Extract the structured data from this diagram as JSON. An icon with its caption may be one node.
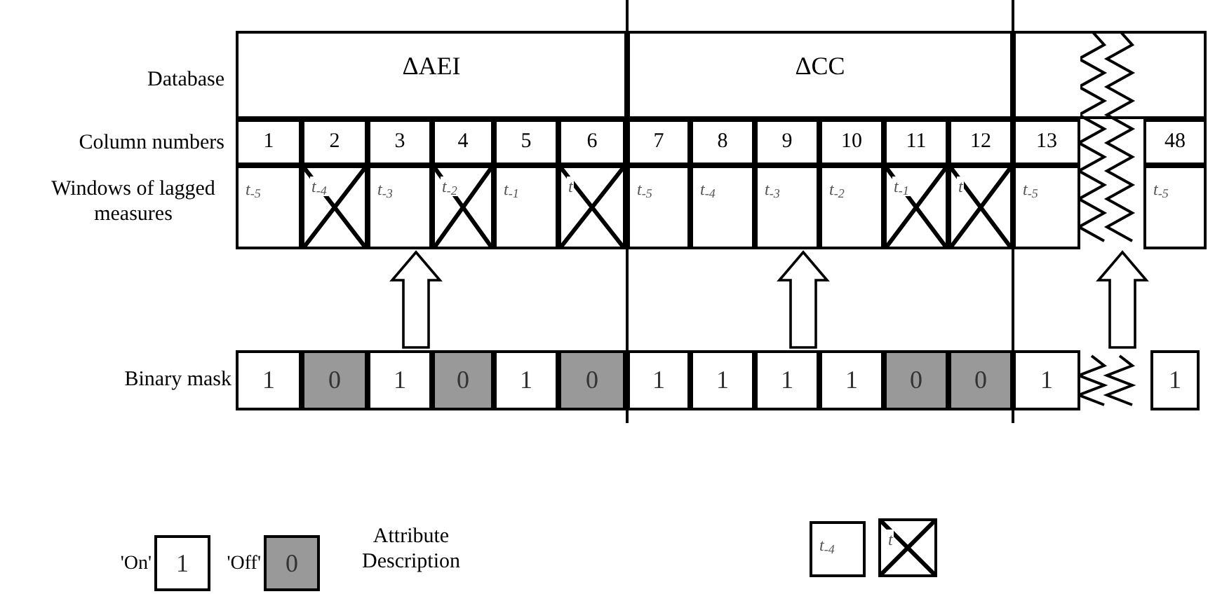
{
  "diagram": {
    "nodes": [
      {
        "text": [
          "ΔAEI"
        ]
      },
      {
        "text": [
          "ΔCC"
        ]
      },
      {
        "text": [],
        "shape": "box"
      },
      {
        "text": [
          "1"
        ]
      },
      {
        "text": [
          "2"
        ]
      },
      {
        "text": [
          "3"
        ]
      },
      {
        "text": [
          "4"
        ]
      },
      {
        "text": [
          "5"
        ]
      },
      {
        "text": [
          "6"
        ]
      },
      {
        "text": [
          "7"
        ]
      },
      {
        "text": [
          "8"
        ]
      },
      {
        "text": [
          "9"
        ]
      },
      {
        "text": [
          "10"
        ]
      },
      {
        "text": [
          "11"
        ]
      },
      {
        "text": [
          "12"
        ]
      },
      {
        "text": [
          "13"
        ]
      },
      {
        "text": [
          "48"
        ]
      },
      {
        "text": [
          "t$_{-5}$"
        ]
      },
      {
        "text": [
          "t$_{-4}$"
        ]
      },
      {
        "text": [
          "t$_{-3}$"
        ]
      },
      {
        "text": [
          "t$_{-2}$"
        ]
      },
      {
        "text": [
          "t$_{-1}$"
        ]
      },
      {
        "text": [
          "t"
        ]
      },
      {
        "text": [
          "t$_{-5}$"
        ]
      },
      {
        "text": [
          "t$_{-4}$"
        ]
      },
      {
        "text": [
          "t$_{-3}$"
        ]
      },
      {
        "text": [
          "t$_{-2}$"
        ]
      },
      {
        "text": [
          "t$_{-1}$"
        ]
      },
      {
        "text": [
          "t"
        ]
      },
      {
        "text": [
          "t$_{-5}$"
        ]
      },
      {
        "text": [
          "t$_{-5}$"
        ]
      },
      {
        "text": [],
        "shape": "zigzag"
      },
      {
        "text": [
          "1"
        ]
      },
      {
        "text": [
          "0"
        ]
      },
      {
        "text": [
          "1"
        ]
      },
      {
        "text": [
          "0"
        ]
      },
      {
        "text": [
          "1"
        ]
      },
      {
        "text": [
          "0"
        ]
      },
      {
        "text": [
          "1"
        ]
      },
      {
        "text": [
          "1"
        ]
      },
      {
        "text": [
          "1"
        ]
      },
      {
        "text": [
          "1"
        ]
      },
      {
        "text": [
          "0"
        ]
      },
      {
        "text": [
          "0"
        ]
      },
      {
        "text": [
          "1"
        ]
      },
      {
        "text": [
          "1"
        ]
      },
      {
        "text": [],
        "shape": "zigzag"
      },
      {
        "text": [
          "1"
        ],
        "beside": [
          "'On'"
        ]
      },
      {
        "text": [
          "0"
        ],
        "beside": [
          "'Off'"
        ]
      },
      {
        "text": [
          "t$_{-4}$"
        ]
      },
      {
        "text": [
          "t"
        ]
      }
    ],
    "edges": [
      {
        "from": 34,
        "to": 19,
        "arrow": "to"
      },
      {
        "from": 40,
        "to": 25,
        "arrow": "to"
      },
      {
        "from": 46,
        "to": 31,
        "arrow": "to"
      }
    ],
    "labels": [
      "Database",
      "Column numbers",
      "Windows of lagged measures",
      "Binary mask",
      "Attribute Description"
    ]
  }
}
